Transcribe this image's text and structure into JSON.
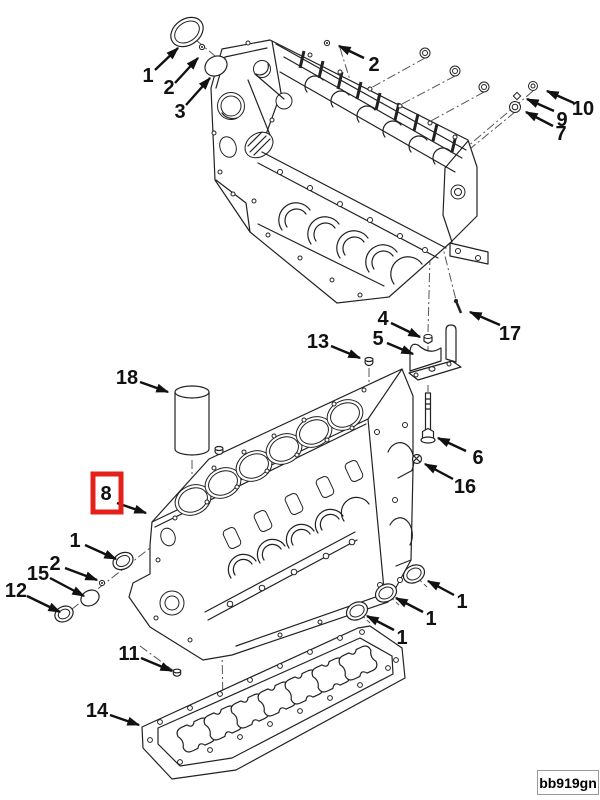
{
  "figure": {
    "code": "bb919gn"
  },
  "colors": {
    "highlight": "#e32119",
    "line": "#1c1c1c",
    "background": "#ffffff"
  },
  "callouts": [
    {
      "id": "co-1-top-left",
      "label": "1",
      "highlighted": false
    },
    {
      "id": "co-2-top-left",
      "label": "2",
      "highlighted": false
    },
    {
      "id": "co-3-top-left",
      "label": "3",
      "highlighted": false
    },
    {
      "id": "co-2-top-right",
      "label": "2",
      "highlighted": false
    },
    {
      "id": "co-10",
      "label": "10",
      "highlighted": false
    },
    {
      "id": "co-9",
      "label": "9",
      "highlighted": false
    },
    {
      "id": "co-7",
      "label": "7",
      "highlighted": false
    },
    {
      "id": "co-4",
      "label": "4",
      "highlighted": false
    },
    {
      "id": "co-5",
      "label": "5",
      "highlighted": false
    },
    {
      "id": "co-13",
      "label": "13",
      "highlighted": false
    },
    {
      "id": "co-17",
      "label": "17",
      "highlighted": false
    },
    {
      "id": "co-18",
      "label": "18",
      "highlighted": false
    },
    {
      "id": "co-8",
      "label": "8",
      "highlighted": true
    },
    {
      "id": "co-6",
      "label": "6",
      "highlighted": false
    },
    {
      "id": "co-16",
      "label": "16",
      "highlighted": false
    },
    {
      "id": "co-1-left",
      "label": "1",
      "highlighted": false
    },
    {
      "id": "co-2-left",
      "label": "2",
      "highlighted": false
    },
    {
      "id": "co-15",
      "label": "15",
      "highlighted": false
    },
    {
      "id": "co-12",
      "label": "12",
      "highlighted": false
    },
    {
      "id": "co-11",
      "label": "11",
      "highlighted": false
    },
    {
      "id": "co-14",
      "label": "14",
      "highlighted": false
    },
    {
      "id": "co-1-right-lower",
      "label": "1",
      "highlighted": false
    },
    {
      "id": "co-1-right-middle",
      "label": "1",
      "highlighted": false
    },
    {
      "id": "co-1-right-upper",
      "label": "1",
      "highlighted": false
    }
  ]
}
